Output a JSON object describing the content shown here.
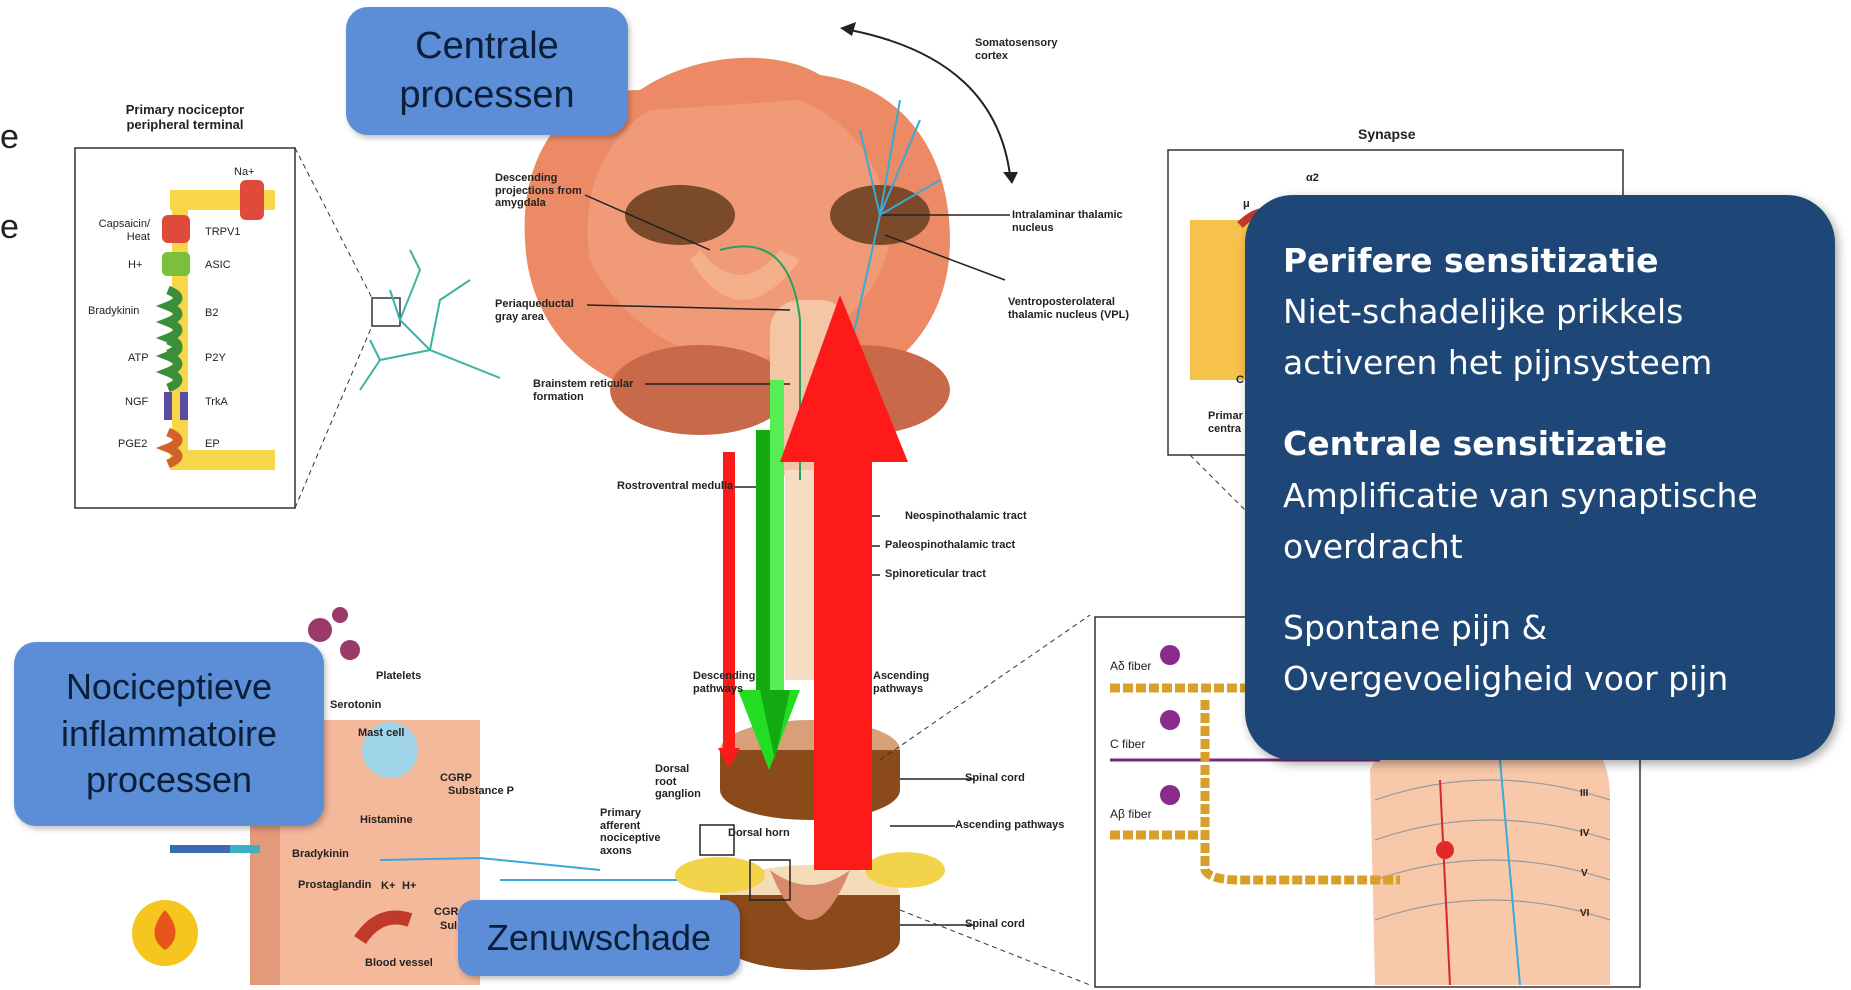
{
  "boxes": {
    "centrale": "Centrale processen",
    "nociceptieve": "Nociceptieve inflammatoire processen",
    "zenuwschade": "Zenuwschade"
  },
  "sensitization_panel": {
    "perifere_title": "Perifere sensitizatie",
    "perifere_text": "Niet-schadelijke prikkels activeren het pijnsysteem",
    "centrale_title": "Centrale sensitizatie",
    "centrale_text": "Amplificatie van synaptische overdracht",
    "spontane_text": "Spontane pijn & Overgevoeligheid voor pijn"
  },
  "stray_letters": [
    "e",
    "e"
  ],
  "nociceptor_panel": {
    "title": "Primary nociceptor peripheral terminal",
    "receptors": [
      {
        "ligand": "Capsaicin/ Heat",
        "receptor": "TRPV1"
      },
      {
        "ligand": "H+",
        "receptor": "ASIC"
      },
      {
        "ligand": "Bradykinin",
        "receptor": "B2"
      },
      {
        "ligand": "ATP",
        "receptor": "P2Y"
      },
      {
        "ligand": "NGF",
        "receptor": "TrkA"
      },
      {
        "ligand": "PGE2",
        "receptor": "EP"
      }
    ],
    "na_label": "Na+"
  },
  "brain_labels": {
    "somatosensory": "Somatosensory cortex",
    "descending_amygdala": "Descending projections from amygdala",
    "intralaminar": "Intralaminar thalamic nucleus",
    "vpl": "Ventroposterolateral thalamic nucleus (VPL)",
    "periaqueductal": "Periaqueductal gray area",
    "brainstem_reticular": "Brainstem reticular formation",
    "rostroventral": "Rostroventral medulla"
  },
  "tract_labels": {
    "neo": "Neospinothalamic tract",
    "paleo": "Paleospinothalamic tract",
    "spinoreticular": "Spinoreticular tract",
    "descending": "Descending pathways",
    "ascending": "Ascending pathways",
    "spinal_cord_1": "Spinal cord",
    "ascending_pathways": "Ascending pathways",
    "spinal_cord_2": "Spinal cord",
    "drg": "Dorsal root ganglion",
    "primary_afferent": "Primary afferent nociceptive axons",
    "dorsal_horn": "Dorsal horn"
  },
  "inflammation_labels": {
    "platelets": "Platelets",
    "serotonin": "Serotonin",
    "mast_cell": "Mast cell",
    "cgrp": "CGRP",
    "substance_p": "Substance P",
    "histamine": "Histamine",
    "bradykinin": "Bradykinin",
    "prostaglandin": "Prostaglandin",
    "kplus": "K+",
    "hplus": "H+",
    "cgrp2": "CGR",
    "sub2": "Sul",
    "blood_vessel": "Blood vessel"
  },
  "synapse_panel": {
    "title": "Synapse",
    "alpha2": "α2",
    "mu": "μ",
    "frag1": "C",
    "frag2": "Primar",
    "frag3": "centra"
  },
  "fiber_panel": {
    "a_delta": "Aδ fiber",
    "c_fiber": "C fiber",
    "a_beta": "Aβ fiber",
    "laminae": [
      "III",
      "IV",
      "V",
      "VI"
    ]
  },
  "arrows": {
    "green_color": "#22dd22",
    "red_color": "#ff1a1a"
  }
}
